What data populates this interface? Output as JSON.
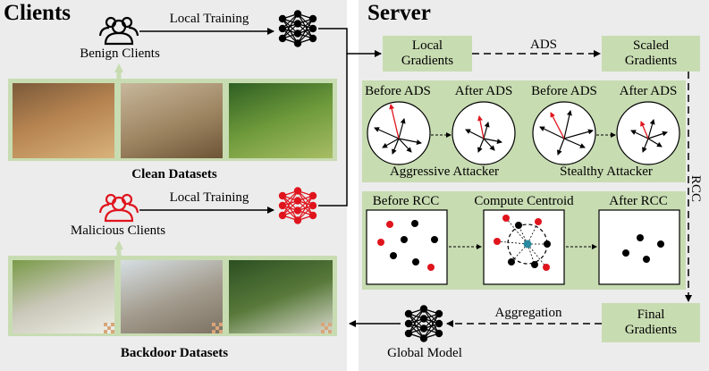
{
  "clients": {
    "title": "Clients",
    "benign_label": "Benign Clients",
    "malicious_label": "Malicious Clients",
    "local_training_top": "Local Training",
    "local_training_bottom": "Local Training",
    "clean_datasets": "Clean Datasets",
    "backdoor_datasets": "Backdoor Datasets"
  },
  "server": {
    "title": "Server",
    "local_gradients": "Local\nGradients",
    "scaled_gradients": "Scaled\nGradients",
    "final_gradients": "Final\nGradients",
    "ads": "ADS",
    "rcc": "RCC",
    "aggregation": "Aggregation",
    "global_model": "Global Model",
    "ads_panel": {
      "before_ads_1": "Before ADS",
      "after_ads_1": "After ADS",
      "before_ads_2": "Before ADS",
      "after_ads_2": "After ADS",
      "aggressive": "Aggressive Attacker",
      "stealthy": "Stealthy Attacker"
    },
    "rcc_panel": {
      "before_rcc": "Before RCC",
      "compute_centroid": "Compute Centroid",
      "after_rcc": "After RCC"
    }
  },
  "colors": {
    "panel_bg": "#ececec",
    "green_box": "#c8dcb2",
    "malicious_red": "#e0141c",
    "centroid": "#2a8aa0"
  }
}
